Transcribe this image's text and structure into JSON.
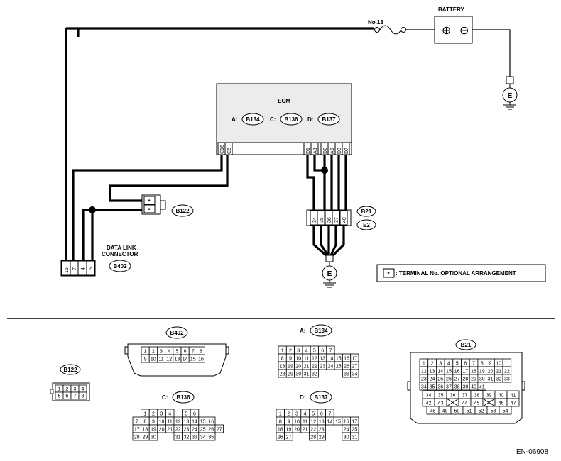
{
  "doc_id": "EN-06908",
  "battery": {
    "label": "BATTERY",
    "plus": "⊕",
    "minus": "⊖"
  },
  "fuse": {
    "label": "No.13"
  },
  "ground": {
    "label": "E"
  },
  "ecm": {
    "title": "ECM",
    "connectors": [
      {
        "prefix": "A:",
        "code": "B134"
      },
      {
        "prefix": "C:",
        "code": "B136"
      },
      {
        "prefix": "D:",
        "code": "B137"
      }
    ],
    "left_pins": [
      "C16",
      "C6"
    ],
    "right_pins": [
      "D1",
      "A3",
      "D2",
      "A5",
      "D3",
      "D7"
    ]
  },
  "b122_upper": {
    "code": "B122",
    "pins": [
      "*",
      "*"
    ]
  },
  "data_link": {
    "title_line1": "DATA LINK",
    "title_line2": "CONNECTOR",
    "code": "B402",
    "pins": [
      "16",
      "7",
      "4",
      "5"
    ]
  },
  "b21_upper": {
    "codes": [
      "B21",
      "E2"
    ],
    "pins": [
      "34",
      "35",
      "36",
      "37",
      "40"
    ]
  },
  "legend": {
    "symbol": "*",
    "text": ": TERMINAL No. OPTIONAL ARRANGEMENT"
  },
  "connectors": {
    "b122": {
      "code": "B122",
      "rows": [
        [
          "1",
          "2",
          "3",
          "4"
        ],
        [
          "5",
          "6",
          "7",
          "8"
        ]
      ]
    },
    "b402": {
      "code": "B402",
      "rows": [
        [
          "1",
          "2",
          "3",
          "4",
          "5",
          "6",
          "7",
          "8"
        ],
        [
          "9",
          "10",
          "11",
          "12",
          "13",
          "14",
          "15",
          "16"
        ]
      ]
    },
    "b134": {
      "prefix": "A:",
      "code": "B134",
      "rows": [
        [
          "1",
          "2",
          "3",
          "4",
          "5",
          "6",
          "7"
        ],
        [
          "8",
          "9",
          "10",
          "11",
          "12",
          "13",
          "14",
          "15",
          "16",
          "17"
        ],
        [
          "18",
          "19",
          "20",
          "21",
          "22",
          "23",
          "24",
          "25",
          "26",
          "27"
        ],
        [
          "28",
          "29",
          "30",
          "31",
          "32",
          "",
          "",
          "",
          "33",
          "34"
        ]
      ]
    },
    "b136": {
      "prefix": "C:",
      "code": "B136",
      "rows": [
        [
          "1",
          "2",
          "3",
          "4",
          "",
          "5",
          "6"
        ],
        [
          "7",
          "8",
          "9",
          "10",
          "11",
          "12",
          "13",
          "14",
          "15",
          "16"
        ],
        [
          "17",
          "18",
          "19",
          "20",
          "21",
          "22",
          "23",
          "24",
          "25",
          "26",
          "27"
        ],
        [
          "28",
          "29",
          "30",
          "",
          "",
          "31",
          "32",
          "33",
          "34",
          "35"
        ]
      ]
    },
    "b137": {
      "prefix": "D:",
      "code": "B137",
      "rows": [
        [
          "1",
          "2",
          "3",
          "4",
          "5",
          "6",
          "7"
        ],
        [
          "8",
          "9",
          "10",
          "11",
          "12",
          "13",
          "14",
          "15",
          "16",
          "17"
        ],
        [
          "18",
          "19",
          "20",
          "21",
          "22",
          "23",
          "",
          "",
          "24",
          "25"
        ],
        [
          "26",
          "27",
          "",
          "",
          "28",
          "29",
          "",
          "",
          "30",
          "31"
        ]
      ]
    },
    "b21": {
      "code": "B21",
      "rows": [
        [
          "1",
          "2",
          "3",
          "4",
          "5",
          "6",
          "7",
          "8",
          "9",
          "10",
          "11"
        ],
        [
          "12",
          "13",
          "14",
          "15",
          "16",
          "17",
          "18",
          "19",
          "20",
          "21",
          "22"
        ],
        [
          "23",
          "24",
          "25",
          "26",
          "27",
          "28",
          "29",
          "30",
          "31",
          "32",
          "33"
        ],
        [
          "34",
          "35",
          "36",
          "37",
          "38",
          "39",
          "40",
          "41"
        ],
        [
          "42",
          "43",
          "",
          "44",
          "45",
          "",
          "46",
          "47"
        ],
        [
          "48",
          "49",
          "50",
          "51",
          "52",
          "53",
          "54"
        ]
      ]
    }
  }
}
